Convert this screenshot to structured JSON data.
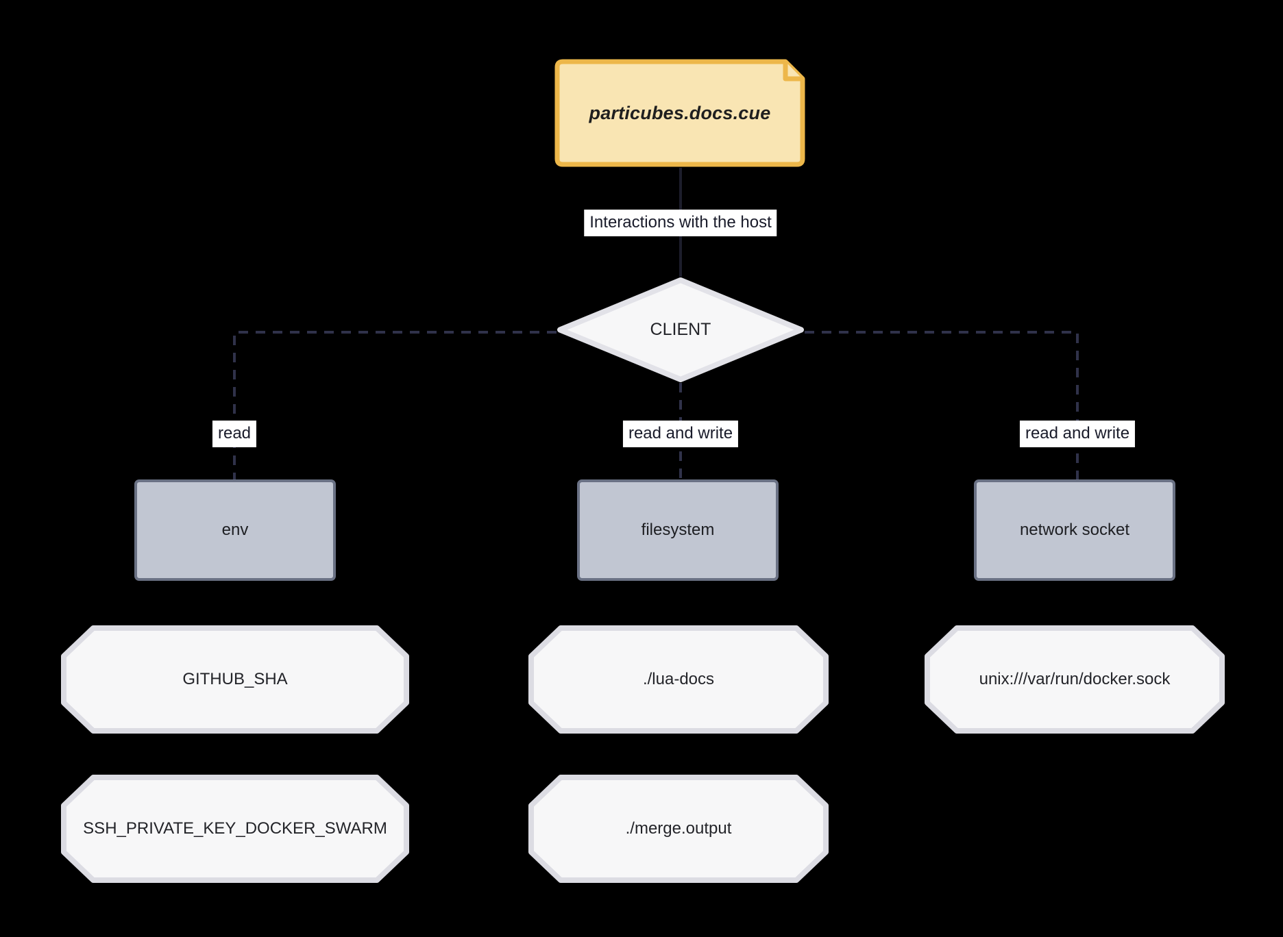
{
  "diagram": {
    "background_color": "#000000",
    "title_note": {
      "label": "particubes.docs.cue",
      "fill": "#f9e5b3",
      "stroke": "#edb74a",
      "shape": "note"
    },
    "decision": {
      "label": "CLIENT",
      "fill": "#f7f7f8",
      "stroke": "#e0e0e6",
      "shape": "diamond"
    },
    "edges": [
      {
        "from": "particubes.docs.cue",
        "to": "CLIENT",
        "label": "Interactions with the host",
        "style": "solid"
      },
      {
        "from": "CLIENT",
        "to": "env",
        "label": "read",
        "style": "dashed"
      },
      {
        "from": "CLIENT",
        "to": "filesystem",
        "label": "read and write",
        "style": "dashed"
      },
      {
        "from": "CLIENT",
        "to": "network socket",
        "label": "read and write",
        "style": "dashed"
      }
    ],
    "resources": [
      {
        "label": "env",
        "fill": "#c1c6d2",
        "stroke": "#6a7184",
        "values": [
          "GITHUB_SHA",
          "SSH_PRIVATE_KEY_DOCKER_SWARM"
        ]
      },
      {
        "label": "filesystem",
        "fill": "#c1c6d2",
        "stroke": "#6a7184",
        "values": [
          "./lua-docs",
          "./merge.output"
        ]
      },
      {
        "label": "network socket",
        "fill": "#c1c6d2",
        "stroke": "#6a7184",
        "values": [
          "unix:///var/run/docker.sock"
        ]
      }
    ],
    "leaf_style": {
      "fill": "#f7f7f8",
      "stroke": "#dcdce3",
      "shape": "octagon"
    },
    "line_color": "#1c1d2b"
  }
}
